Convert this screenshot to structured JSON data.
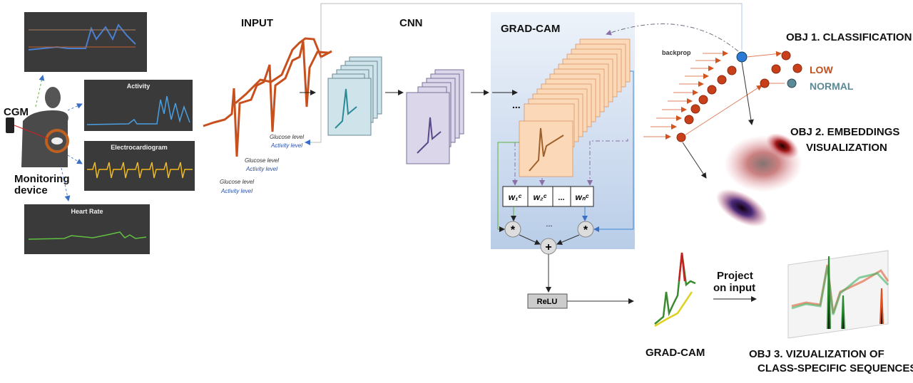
{
  "sources": {
    "cgm_label": "CGM",
    "device_label_1": "Monitoring",
    "device_label_2": "device",
    "panels": {
      "activity": "Activity",
      "ecg": "Electrocardiogram",
      "heart_rate": "Heart Rate"
    }
  },
  "input": {
    "title": "INPUT",
    "channels": [
      {
        "glucose": "Glucose level",
        "activity": "Activity level"
      },
      {
        "glucose": "Glucose level",
        "activity": "Activity level"
      },
      {
        "glucose": "Glucose level",
        "activity": "Activity level"
      }
    ]
  },
  "cnn": {
    "title": "CNN",
    "ellipsis": "..."
  },
  "gradcam": {
    "title": "GRAD-CAM",
    "weights": [
      "w₁ᶜ",
      "w₂ᶜ",
      "...",
      "wₙᶜ"
    ],
    "multiply": "*",
    "sum": "+",
    "ellipsis": "...",
    "relu": "ReLU",
    "output_label": "GRAD-CAM"
  },
  "project": {
    "line1": "Project",
    "line2": "on input"
  },
  "objectives": {
    "backprop": "backprop",
    "obj1": "OBJ 1. CLASSIFICATION",
    "class_low": "LOW",
    "class_normal": "NORMAL",
    "obj2_line1": "OBJ 2. EMBEDDINGS",
    "obj2_line2": "VISUALIZATION",
    "obj3_line1": "OBJ 3. VIZUALIZATION OF",
    "obj3_line2": "CLASS-SPECIFIC SEQUENCES"
  },
  "colors": {
    "orange": "#c8501e",
    "low": "#c0501e",
    "normal": "#5a8a96",
    "gradcam_bg": "#cddcee",
    "panel": "#3a3a3a"
  }
}
